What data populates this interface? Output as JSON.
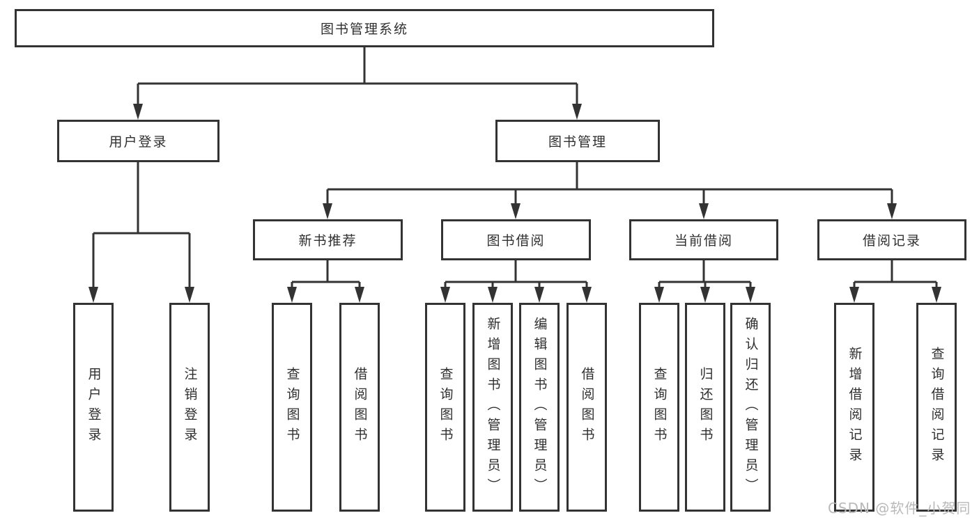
{
  "diagram_title": "图书管理系统",
  "nodes": {
    "root": {
      "label": "图书管理系统"
    },
    "level2": {
      "user_login": {
        "label": "用户登录"
      },
      "book_management": {
        "label": "图书管理"
      }
    },
    "level3": {
      "new_book_recommend": {
        "label": "新书推荐"
      },
      "book_borrow": {
        "label": "图书借阅"
      },
      "current_borrow": {
        "label": "当前借阅"
      },
      "borrow_records": {
        "label": "借阅记录"
      }
    },
    "leaves": {
      "user_login": {
        "label": "用户登录"
      },
      "logout": {
        "label": "注销登录"
      },
      "recommend_query_book": {
        "label": "查询图书"
      },
      "recommend_borrow_book": {
        "label": "借阅图书"
      },
      "borrow_query_book": {
        "label": "查询图书"
      },
      "borrow_add_book_admin": {
        "label": "新增图书（管理员）"
      },
      "borrow_edit_book_admin": {
        "label": "编辑图书（管理员）"
      },
      "borrow_borrow_book": {
        "label": "借阅图书"
      },
      "current_query_book": {
        "label": "查询图书"
      },
      "current_return_book": {
        "label": "归还图书"
      },
      "current_confirm_return_admin": {
        "label": "确认归还（管理员）"
      },
      "records_add_borrow_record": {
        "label": "新增借阅记录"
      },
      "records_query_borrow_record": {
        "label": "查询借阅记录"
      }
    }
  },
  "hierarchy": {
    "图书管理系统": [
      "用户登录",
      "图书管理"
    ],
    "用户登录": [
      "用户登录",
      "注销登录"
    ],
    "图书管理": [
      "新书推荐",
      "图书借阅",
      "当前借阅",
      "借阅记录"
    ],
    "新书推荐": [
      "查询图书",
      "借阅图书"
    ],
    "图书借阅": [
      "查询图书",
      "新增图书（管理员）",
      "编辑图书（管理员）",
      "借阅图书"
    ],
    "当前借阅": [
      "查询图书",
      "归还图书",
      "确认归还（管理员）"
    ],
    "借阅记录": [
      "新增借阅记录",
      "查询借阅记录"
    ]
  },
  "watermark": {
    "text": "CSDN @软件_小贺同学"
  },
  "colors": {
    "line": "#333333",
    "box_border": "#333333",
    "box_fill": "#ffffff",
    "text": "#2f2f2f",
    "watermark": "#b9b9b9",
    "background": "#ffffff"
  }
}
